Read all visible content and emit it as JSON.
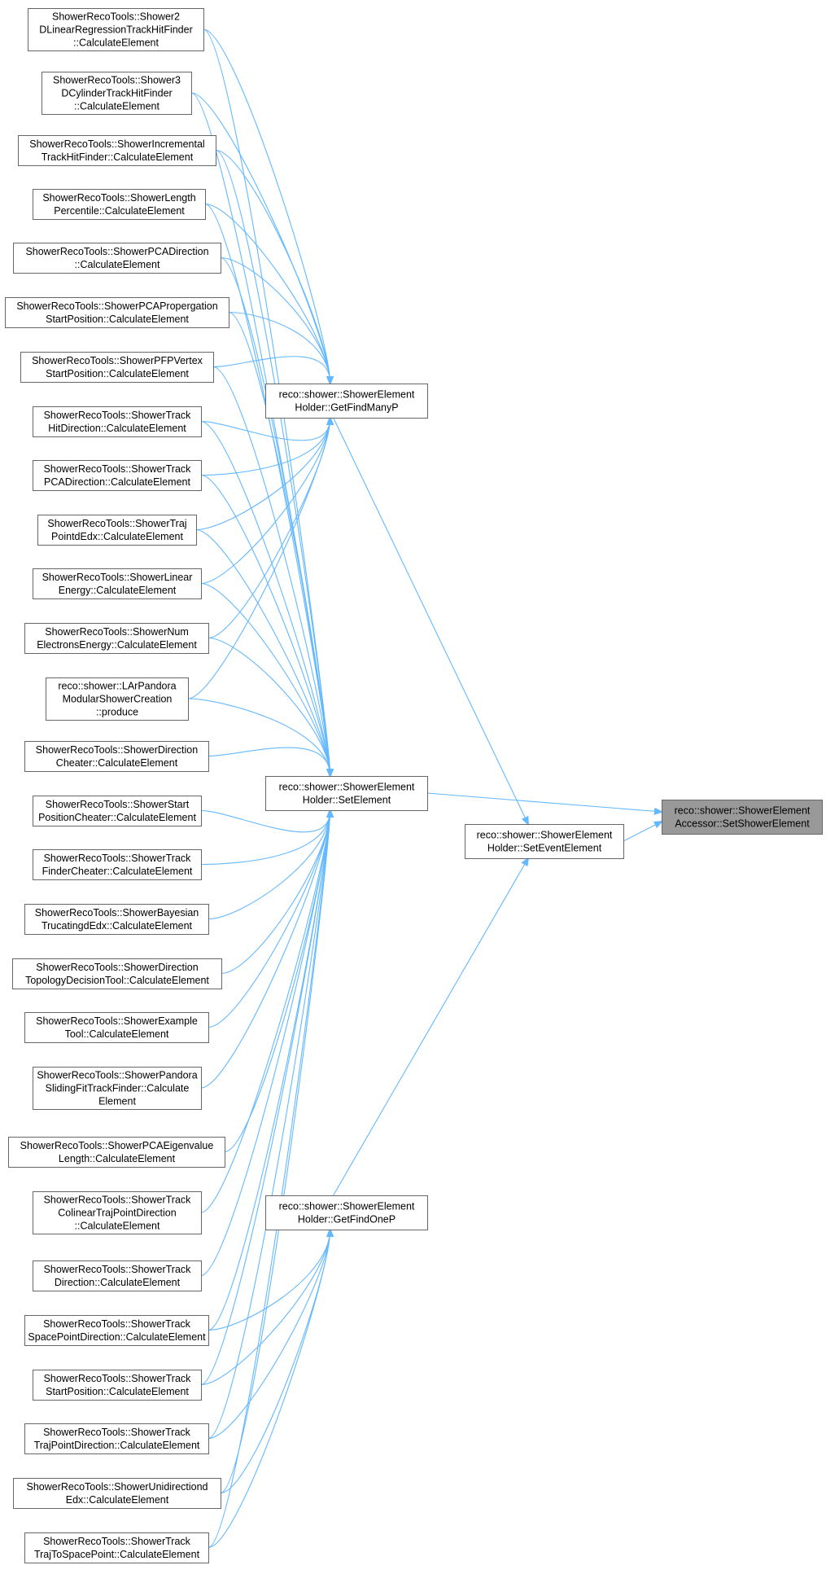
{
  "colors": {
    "edge": "#63b8ff",
    "node_border": "#666666",
    "node_fill": "#ffffff",
    "highlight_fill": "#999999"
  },
  "nodes": [
    {
      "id": "n0",
      "lines": [
        "ShowerRecoTools::Shower2",
        "DLinearRegressionTrackHitFinder",
        "::CalculateElement"
      ]
    },
    {
      "id": "n1",
      "lines": [
        "ShowerRecoTools::Shower3",
        "DCylinderTrackHitFinder",
        "::CalculateElement"
      ]
    },
    {
      "id": "n2",
      "lines": [
        "ShowerRecoTools::ShowerIncremental",
        "TrackHitFinder::CalculateElement"
      ]
    },
    {
      "id": "n3",
      "lines": [
        "ShowerRecoTools::ShowerLength",
        "Percentile::CalculateElement"
      ]
    },
    {
      "id": "n4",
      "lines": [
        "ShowerRecoTools::ShowerPCADirection",
        "::CalculateElement"
      ]
    },
    {
      "id": "n5",
      "lines": [
        "ShowerRecoTools::ShowerPCAPropergation",
        "StartPosition::CalculateElement"
      ]
    },
    {
      "id": "n6",
      "lines": [
        "ShowerRecoTools::ShowerPFPVertex",
        "StartPosition::CalculateElement"
      ]
    },
    {
      "id": "n7",
      "lines": [
        "ShowerRecoTools::ShowerTrack",
        "HitDirection::CalculateElement"
      ]
    },
    {
      "id": "n8",
      "lines": [
        "ShowerRecoTools::ShowerTrack",
        "PCADirection::CalculateElement"
      ]
    },
    {
      "id": "n9",
      "lines": [
        "ShowerRecoTools::ShowerTraj",
        "PointdEdx::CalculateElement"
      ]
    },
    {
      "id": "n10",
      "lines": [
        "ShowerRecoTools::ShowerLinear",
        "Energy::CalculateElement"
      ]
    },
    {
      "id": "n11",
      "lines": [
        "ShowerRecoTools::ShowerNum",
        "ElectronsEnergy::CalculateElement"
      ]
    },
    {
      "id": "n12",
      "lines": [
        "reco::shower::LArPandora",
        "ModularShowerCreation",
        "::produce"
      ]
    },
    {
      "id": "n13",
      "lines": [
        "ShowerRecoTools::ShowerDirection",
        "Cheater::CalculateElement"
      ]
    },
    {
      "id": "n14",
      "lines": [
        "ShowerRecoTools::ShowerStart",
        "PositionCheater::CalculateElement"
      ]
    },
    {
      "id": "n15",
      "lines": [
        "ShowerRecoTools::ShowerTrack",
        "FinderCheater::CalculateElement"
      ]
    },
    {
      "id": "n16",
      "lines": [
        "ShowerRecoTools::ShowerBayesian",
        "TrucatingdEdx::CalculateElement"
      ]
    },
    {
      "id": "n17",
      "lines": [
        "ShowerRecoTools::ShowerDirection",
        "TopologyDecisionTool::CalculateElement"
      ]
    },
    {
      "id": "n18",
      "lines": [
        "ShowerRecoTools::ShowerExample",
        "Tool::CalculateElement"
      ]
    },
    {
      "id": "n19",
      "lines": [
        "ShowerRecoTools::ShowerPandora",
        "SlidingFitTrackFinder::Calculate",
        "Element"
      ]
    },
    {
      "id": "n20",
      "lines": [
        "ShowerRecoTools::ShowerPCAEigenvalue",
        "Length::CalculateElement"
      ]
    },
    {
      "id": "n21",
      "lines": [
        "ShowerRecoTools::ShowerTrack",
        "ColinearTrajPointDirection",
        "::CalculateElement"
      ]
    },
    {
      "id": "n22",
      "lines": [
        "ShowerRecoTools::ShowerTrack",
        "Direction::CalculateElement"
      ]
    },
    {
      "id": "n23",
      "lines": [
        "ShowerRecoTools::ShowerTrack",
        "SpacePointDirection::CalculateElement"
      ]
    },
    {
      "id": "n24",
      "lines": [
        "ShowerRecoTools::ShowerTrack",
        "StartPosition::CalculateElement"
      ]
    },
    {
      "id": "n25",
      "lines": [
        "ShowerRecoTools::ShowerTrack",
        "TrajPointDirection::CalculateElement"
      ]
    },
    {
      "id": "n26",
      "lines": [
        "ShowerRecoTools::ShowerUnidirectiond",
        "Edx::CalculateElement"
      ]
    },
    {
      "id": "n27",
      "lines": [
        "ShowerRecoTools::ShowerTrack",
        "TrajToSpacePoint::CalculateElement"
      ]
    },
    {
      "id": "fmp",
      "lines": [
        "reco::shower::ShowerElement",
        "Holder::GetFindManyP"
      ]
    },
    {
      "id": "se",
      "lines": [
        "reco::shower::ShowerElement",
        "Holder::SetElement"
      ]
    },
    {
      "id": "fop",
      "lines": [
        "reco::shower::ShowerElement",
        "Holder::GetFindOneP"
      ]
    },
    {
      "id": "see",
      "lines": [
        "reco::shower::ShowerElement",
        "Holder::SetEventElement"
      ]
    },
    {
      "id": "target",
      "lines": [
        "reco::shower::ShowerElement",
        "Accessor::SetShowerElement"
      ],
      "highlight": true
    }
  ],
  "edges": [
    [
      "n0",
      "fmp"
    ],
    [
      "n1",
      "fmp"
    ],
    [
      "n2",
      "fmp"
    ],
    [
      "n3",
      "fmp"
    ],
    [
      "n4",
      "fmp"
    ],
    [
      "n5",
      "fmp"
    ],
    [
      "n6",
      "fmp"
    ],
    [
      "n7",
      "fmp"
    ],
    [
      "n8",
      "fmp"
    ],
    [
      "n9",
      "fmp"
    ],
    [
      "n10",
      "fmp"
    ],
    [
      "n11",
      "fmp"
    ],
    [
      "n12",
      "fmp"
    ],
    [
      "n0",
      "se"
    ],
    [
      "n1",
      "se"
    ],
    [
      "n2",
      "se"
    ],
    [
      "n3",
      "se"
    ],
    [
      "n4",
      "se"
    ],
    [
      "n5",
      "se"
    ],
    [
      "n6",
      "se"
    ],
    [
      "n7",
      "se"
    ],
    [
      "n8",
      "se"
    ],
    [
      "n9",
      "se"
    ],
    [
      "n10",
      "se"
    ],
    [
      "n11",
      "se"
    ],
    [
      "n12",
      "se"
    ],
    [
      "n13",
      "se"
    ],
    [
      "n14",
      "se"
    ],
    [
      "n15",
      "se"
    ],
    [
      "n16",
      "se"
    ],
    [
      "n17",
      "se"
    ],
    [
      "n18",
      "se"
    ],
    [
      "n19",
      "se"
    ],
    [
      "n20",
      "se"
    ],
    [
      "n21",
      "se"
    ],
    [
      "n22",
      "se"
    ],
    [
      "n23",
      "se"
    ],
    [
      "n24",
      "se"
    ],
    [
      "n25",
      "se"
    ],
    [
      "n26",
      "se"
    ],
    [
      "n27",
      "se"
    ],
    [
      "n23",
      "fop"
    ],
    [
      "n24",
      "fop"
    ],
    [
      "n25",
      "fop"
    ],
    [
      "n26",
      "fop"
    ],
    [
      "n27",
      "fop"
    ],
    [
      "fmp",
      "see"
    ],
    [
      "fop",
      "see"
    ],
    [
      "se",
      "target"
    ],
    [
      "see",
      "target"
    ]
  ]
}
